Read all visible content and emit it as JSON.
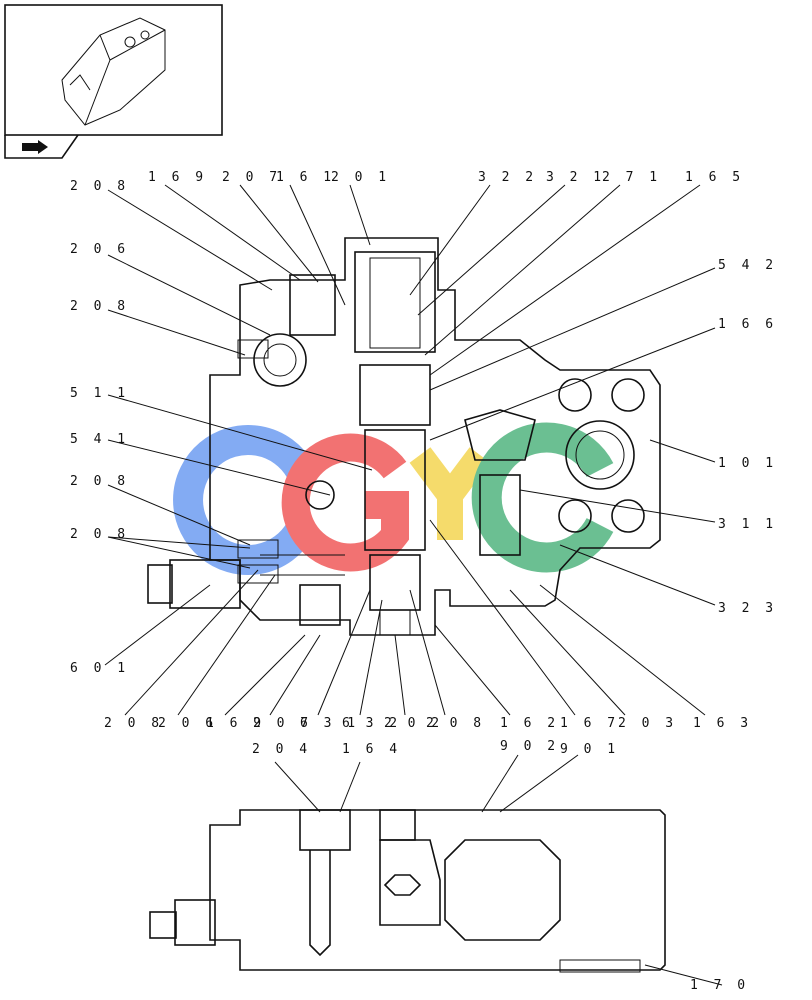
{
  "labels": {
    "l208a": "2 0 8",
    "l169a": "1 6 9",
    "l207a": "2 0 7",
    "l161": "1 6 1",
    "l201": "2 0 1",
    "l322": "3 2 2",
    "l321": "3 2 1",
    "l271": "2 7 1",
    "l165": "1 6 5",
    "l206a": "2 0 6",
    "l542": "5 4 2",
    "l208b": "2 0 8",
    "l166": "1 6 6",
    "l511": "5 1 1",
    "l101": "1 0 1",
    "l541": "5 4 1",
    "l208c": "2 0 8",
    "l311": "3 1 1",
    "l208d": "2 0 8",
    "l323": "3 2 3",
    "l601": "6 0 1",
    "l208e": "2 0 8",
    "l206b": "2 0 6",
    "l169b": "1 6 9",
    "l207b": "2 0 7",
    "l631": "6 3 1",
    "l632": "6 3 2",
    "l202": "2 0 2",
    "l208f": "2 0 8",
    "l162": "1 6 2",
    "l167": "1 6 7",
    "l203": "2 0 3",
    "l163": "1 6 3",
    "l204": "2 0 4",
    "l164": "1 6 4",
    "l902": "9 0 2",
    "l901": "9 0 1",
    "l170": "1 7 0"
  },
  "watermark": {
    "blue": "#5a8ff0",
    "red": "#ee4444",
    "yellow": "#f2cf3a",
    "green": "#3aaa6e"
  }
}
